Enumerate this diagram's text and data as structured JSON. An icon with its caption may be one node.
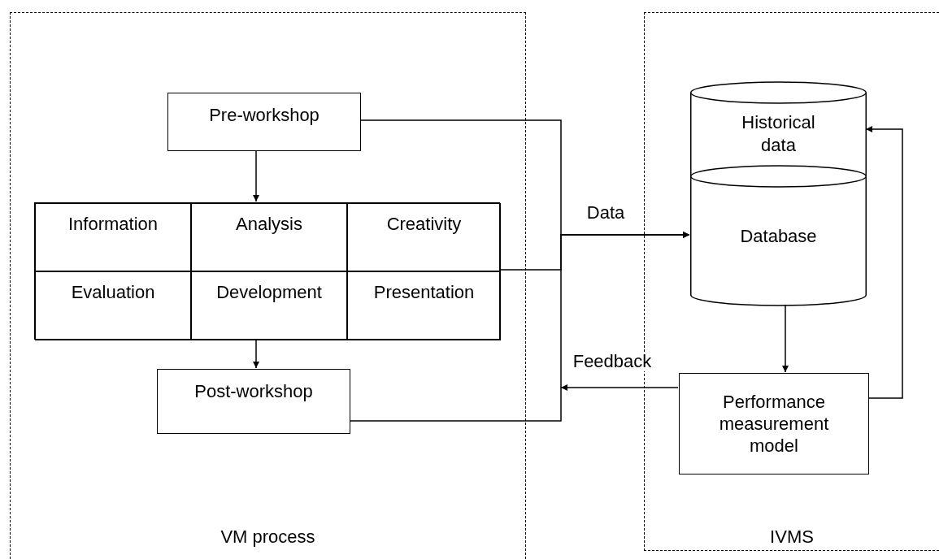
{
  "diagram": {
    "nodes": [
      {
        "text": [
          "VM process"
        ]
      },
      {
        "text": [
          "IVMS"
        ]
      },
      {
        "text": [
          "Pre-workshop"
        ],
        "in": 0
      },
      {
        "text": [],
        "shape": "box",
        "in": 0
      },
      {
        "text": [
          "Information"
        ],
        "in": 3
      },
      {
        "text": [
          "Analysis"
        ],
        "in": 3
      },
      {
        "text": [
          "Creativity"
        ],
        "in": 3
      },
      {
        "text": [
          "Evaluation"
        ],
        "in": 3
      },
      {
        "text": [
          "Development"
        ],
        "in": 3
      },
      {
        "text": [
          "Presentation"
        ],
        "in": 3
      },
      {
        "text": [
          "Post-workshop"
        ],
        "in": 0
      },
      {
        "text": [
          "Historical data"
        ],
        "in": 1
      },
      {
        "text": [
          "Database"
        ],
        "in": 1
      },
      {
        "text": [
          "Performance measurement model"
        ],
        "in": 1
      }
    ],
    "edges": [
      {
        "from": 2,
        "to": 3,
        "arrow": "to"
      },
      {
        "from": 3,
        "to": 10,
        "arrow": "to"
      },
      {
        "from": 2,
        "to": 12,
        "arrow": "to",
        "label": "Data"
      },
      {
        "from": 3,
        "to": 12,
        "arrow": "to"
      },
      {
        "from": 10,
        "to": 12,
        "arrow": "to"
      },
      {
        "from": 12,
        "to": 13,
        "arrow": "to"
      },
      {
        "from": 13,
        "to": null,
        "arrow": "to",
        "label": "Feedback"
      },
      {
        "from": 13,
        "to": 11,
        "arrow": "to"
      }
    ]
  }
}
